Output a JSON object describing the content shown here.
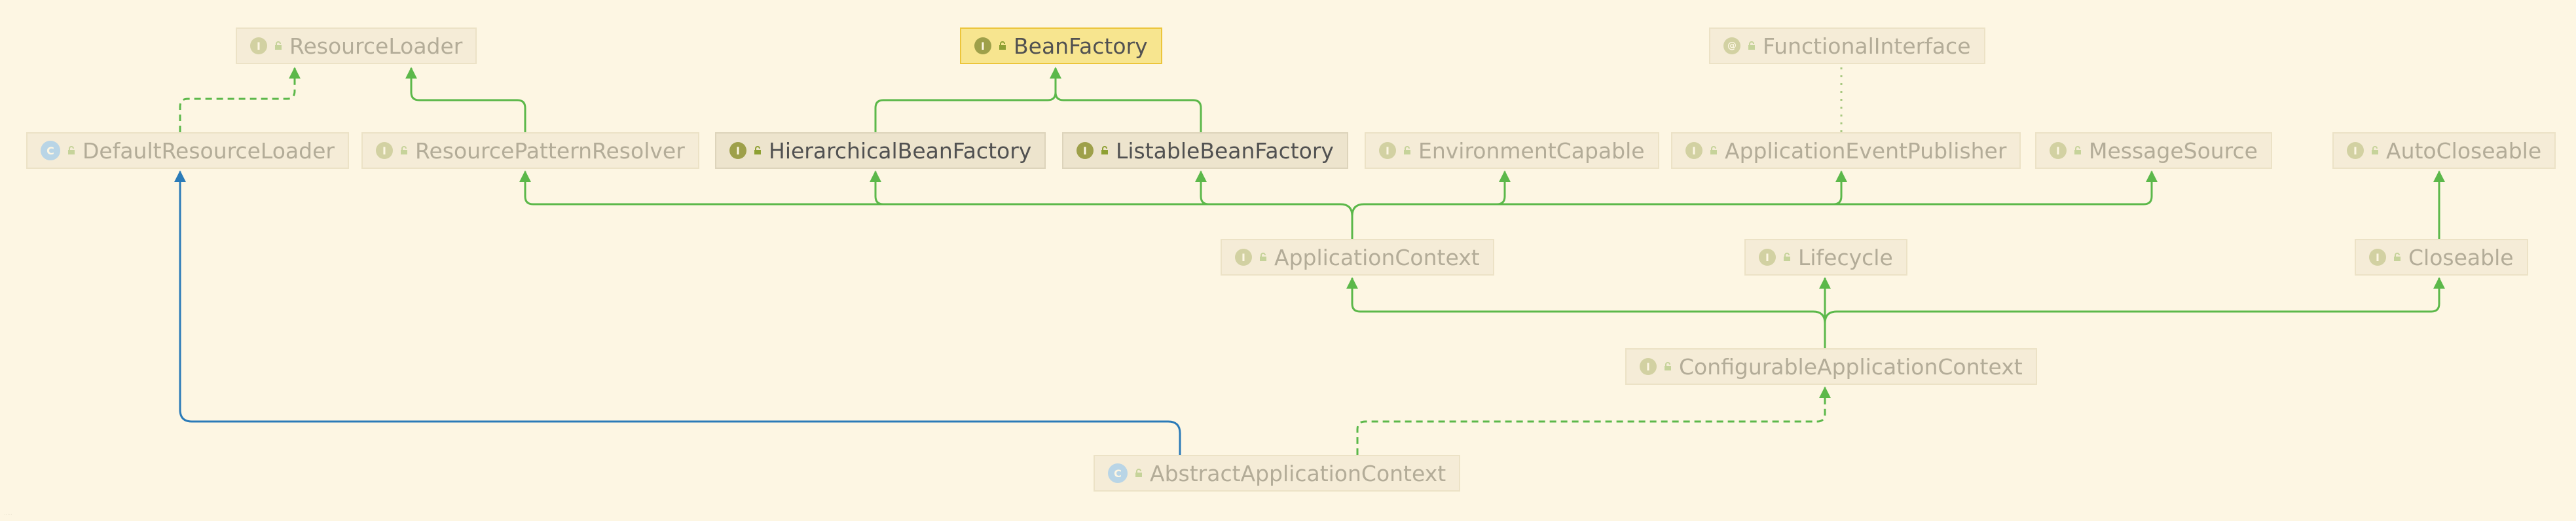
{
  "diagram": {
    "type": "uml-class-hierarchy",
    "nodes": [
      {
        "id": "resource-loader",
        "label": "ResourceLoader",
        "kind": "interface",
        "style": "faded"
      },
      {
        "id": "bean-factory",
        "label": "BeanFactory",
        "kind": "interface",
        "style": "selected"
      },
      {
        "id": "functional-interface",
        "label": "FunctionalInterface",
        "kind": "annotation",
        "style": "faded"
      },
      {
        "id": "default-resource-loader",
        "label": "DefaultResourceLoader",
        "kind": "class",
        "style": "faded"
      },
      {
        "id": "resource-pattern-resolver",
        "label": "ResourcePatternResolver",
        "kind": "interface",
        "style": "faded"
      },
      {
        "id": "hierarchical-bean-factory",
        "label": "HierarchicalBeanFactory",
        "kind": "interface",
        "style": "bright"
      },
      {
        "id": "listable-bean-factory",
        "label": "ListableBeanFactory",
        "kind": "interface",
        "style": "bright"
      },
      {
        "id": "environment-capable",
        "label": "EnvironmentCapable",
        "kind": "interface",
        "style": "faded"
      },
      {
        "id": "application-event-publisher",
        "label": "ApplicationEventPublisher",
        "kind": "interface",
        "style": "faded"
      },
      {
        "id": "message-source",
        "label": "MessageSource",
        "kind": "interface",
        "style": "faded"
      },
      {
        "id": "auto-closeable",
        "label": "AutoCloseable",
        "kind": "interface",
        "style": "faded"
      },
      {
        "id": "application-context",
        "label": "ApplicationContext",
        "kind": "interface",
        "style": "faded"
      },
      {
        "id": "lifecycle",
        "label": "Lifecycle",
        "kind": "interface",
        "style": "faded"
      },
      {
        "id": "closeable",
        "label": "Closeable",
        "kind": "interface",
        "style": "faded"
      },
      {
        "id": "configurable-application-context",
        "label": "ConfigurableApplicationContext",
        "kind": "interface",
        "style": "faded"
      },
      {
        "id": "abstract-application-context",
        "label": "AbstractApplicationContext",
        "kind": "abstract-class",
        "style": "faded"
      }
    ],
    "edges": [
      {
        "from": "default-resource-loader",
        "to": "resource-loader",
        "type": "implements"
      },
      {
        "from": "resource-pattern-resolver",
        "to": "resource-loader",
        "type": "extends"
      },
      {
        "from": "hierarchical-bean-factory",
        "to": "bean-factory",
        "type": "extends"
      },
      {
        "from": "listable-bean-factory",
        "to": "bean-factory",
        "type": "extends"
      },
      {
        "from": "application-event-publisher",
        "to": "functional-interface",
        "type": "annotated"
      },
      {
        "from": "application-context",
        "to": "resource-pattern-resolver",
        "type": "extends"
      },
      {
        "from": "application-context",
        "to": "hierarchical-bean-factory",
        "type": "extends"
      },
      {
        "from": "application-context",
        "to": "listable-bean-factory",
        "type": "extends"
      },
      {
        "from": "application-context",
        "to": "environment-capable",
        "type": "extends"
      },
      {
        "from": "application-context",
        "to": "application-event-publisher",
        "type": "extends"
      },
      {
        "from": "application-context",
        "to": "message-source",
        "type": "extends"
      },
      {
        "from": "closeable",
        "to": "auto-closeable",
        "type": "extends"
      },
      {
        "from": "configurable-application-context",
        "to": "application-context",
        "type": "extends"
      },
      {
        "from": "configurable-application-context",
        "to": "lifecycle",
        "type": "extends"
      },
      {
        "from": "configurable-application-context",
        "to": "closeable",
        "type": "extends"
      },
      {
        "from": "abstract-application-context",
        "to": "configurable-application-context",
        "type": "implements"
      },
      {
        "from": "abstract-application-context",
        "to": "default-resource-loader",
        "type": "class-extends"
      }
    ]
  },
  "badges": {
    "interface": "I",
    "class": "C",
    "annotation": "@"
  },
  "colors": {
    "background": "#fdf6e3",
    "edge_extends": "#5cb84a",
    "edge_class_extends": "#2b7bb8",
    "edge_annotated": "#a8c880",
    "selected_border": "#ecc53b"
  }
}
